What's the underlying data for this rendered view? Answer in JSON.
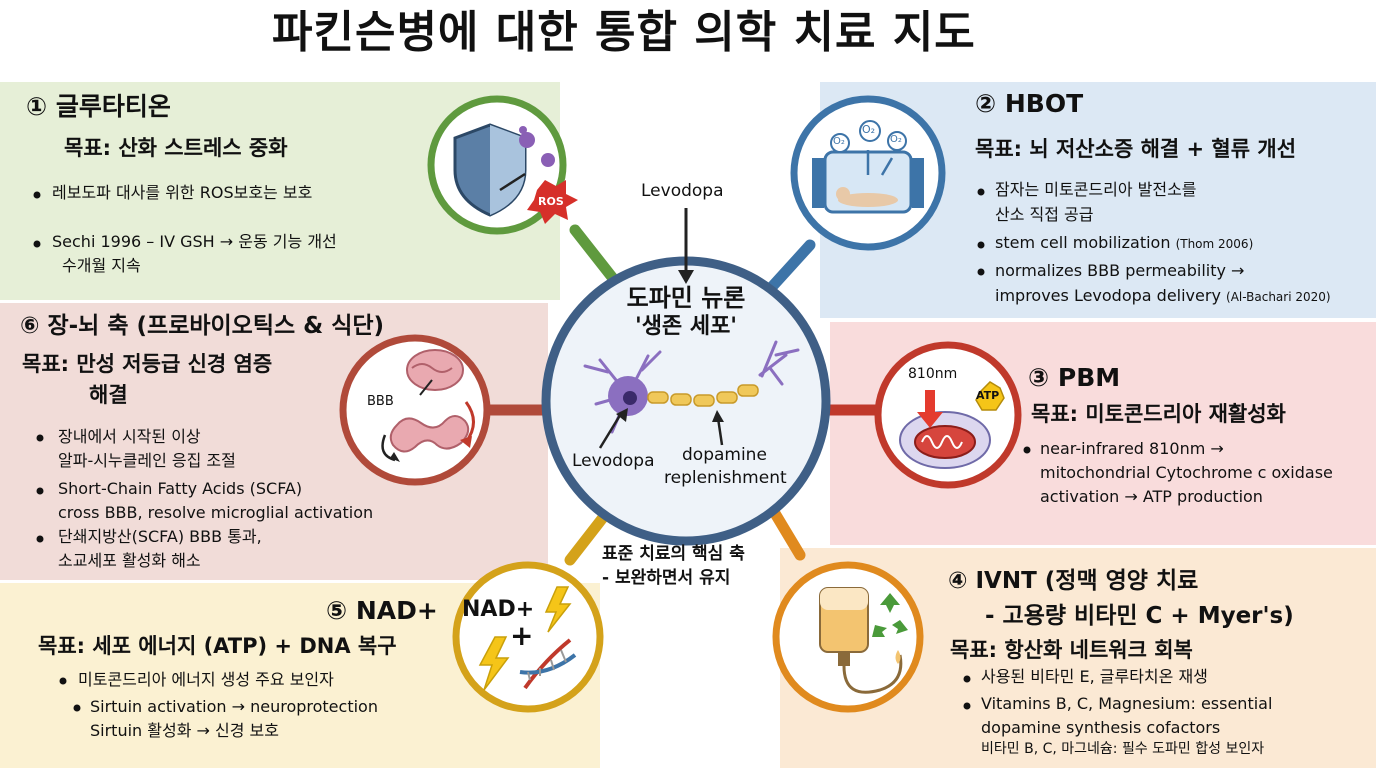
{
  "title": "파킨슨병에 대한 통합 의학 치료 지도",
  "center": {
    "top_label": "Levodopa",
    "title_line1": "도파민 뉴론",
    "title_line2": "'생존 세포'",
    "label_left": "Levodopa",
    "label_right_line1": "dopamine",
    "label_right_line2": "replenishment"
  },
  "axis_note": {
    "line1": "표준 치료의 핵심 축",
    "line2": "- 보완하면서 유지"
  },
  "sections": {
    "glutathione": {
      "heading": "① 글루타티온",
      "goal": "목표: 산화 스트레스 중화",
      "icon_text": "ROS",
      "bullet1": "레보도파 대사를 위한 ROS보호는 보호",
      "bullet2_line1": "Sechi 1996 – IV GSH → 운동 기능 개선",
      "bullet2_line2": "수개월 지속"
    },
    "hbot": {
      "heading": "② HBOT",
      "goal": "목표: 뇌 저산소증 해결 + 혈류 개선",
      "icon_o2": "O₂",
      "bullet1_line1": "잠자는 미토콘드리아 발전소를",
      "bullet1_line2": "산소 직접 공급",
      "bullet2": "stem cell mobilization",
      "bullet2_cite": "(Thom 2006)",
      "bullet3_line1": "normalizes BBB permeability →",
      "bullet3_line2": "improves Levodopa delivery",
      "bullet3_cite": "(Al-Bachari 2020)"
    },
    "pbm": {
      "heading": "③ PBM",
      "goal": "목표: 미토콘드리아 재활성화",
      "icon_wavelength": "810nm",
      "icon_atp": "ATP",
      "bullet1_line1": "near-infrared 810nm →",
      "bullet1_line2": "mitochondrial Cytochrome c oxidase",
      "bullet1_line3": "activation → ATP production"
    },
    "ivnt": {
      "heading_line1": "④ IVNT (정맥 영양 치료",
      "heading_line2": "- 고용량 비타민 C + Myer's)",
      "goal": "목표: 항산화 네트워크 회복",
      "bullet1": "사용된 비타민 E, 글루타치온 재생",
      "bullet2_line1": "Vitamins B, C, Magnesium: essential",
      "bullet2_line2": "dopamine synthesis cofactors",
      "bullet2_line3": "비타민 B, C, 마그네슘: 필수 도파민 합성 보인자"
    },
    "nad": {
      "heading": "⑤ NAD+",
      "goal": "목표: 세포 에너지 (ATP) + DNA 복구",
      "icon_text": "NAD+",
      "icon_plus": "+",
      "bullet1": "미토콘드리아 에너지 생성 주요 보인자",
      "bullet2_line1": "Sirtuin activation → neuroprotection",
      "bullet2_line2": "Sirtuin 활성화 → 신경 보호"
    },
    "gutbrain": {
      "heading": "⑥ 장-뇌 축 (프로바이오틱스 & 식단)",
      "goal_line1": "목표: 만성 저등급 신경 염증",
      "goal_line2": "해결",
      "icon_bbb": "BBB",
      "bullet1_line1": "장내에서 시작된 이상",
      "bullet1_line2": "알파-시누클레인 응집 조절",
      "bullet2_line1": "Short-Chain Fatty Acids (SCFA)",
      "bullet2_line2": "cross BBB, resolve microglial activation",
      "bullet3_line1": "단쇄지방산(SCFA) BBB 통과,",
      "bullet3_line2": "소교세포 활성화 해소"
    }
  },
  "colors": {
    "green_panel": "#e6efd7",
    "blue_panel": "#dce8f4",
    "pink_panel": "#f9dcdc",
    "peach_panel": "#fbe9d4",
    "yellow_panel": "#fbf1d2",
    "rose_panel": "#f1dcd8",
    "center_ring": "#3f5f86",
    "green_ring": "#5f9a3e",
    "blue_ring": "#3d74a8",
    "red_ring": "#c0392b",
    "orange_ring": "#e08a1e",
    "yellow_ring": "#d4a21a",
    "brown_ring": "#b04a3a"
  }
}
